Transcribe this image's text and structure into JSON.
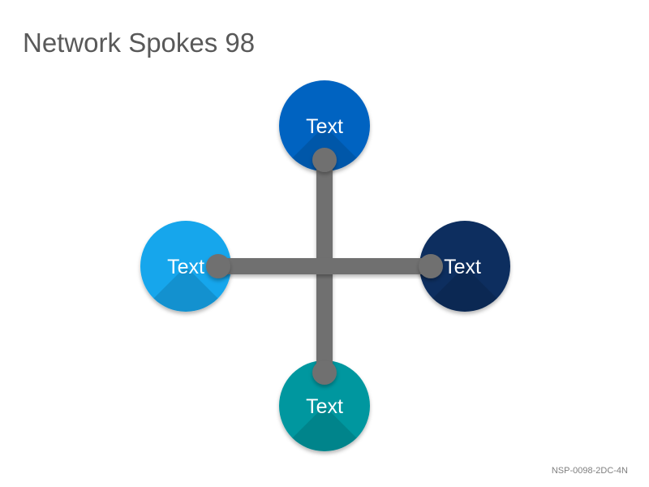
{
  "title": "Network Spokes 98",
  "footer_code": "NSP-0098-2DC-4N",
  "colors": {
    "connector": "#6f6f6f",
    "top": "#0563c1",
    "left": "#12a6ec",
    "right": "#0c2f5f",
    "bottom": "#03979f"
  },
  "nodes": {
    "top": {
      "label": "Text"
    },
    "left": {
      "label": "Text"
    },
    "right": {
      "label": "Text"
    },
    "bottom": {
      "label": "Text"
    }
  }
}
